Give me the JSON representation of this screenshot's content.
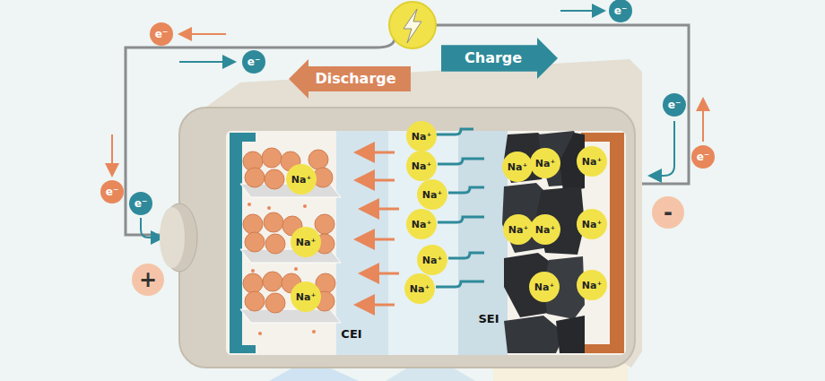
{
  "diagram": {
    "nodes": [
      {
        "text": [
          "Discharge"
        ]
      },
      {
        "text": [
          "Charge"
        ]
      },
      {
        "text": [
          "e⁻"
        ]
      },
      {
        "text": [
          "e⁻"
        ]
      },
      {
        "text": [
          "e⁻"
        ]
      },
      {
        "text": [
          "e⁻"
        ]
      },
      {
        "text": [
          "e⁻"
        ]
      },
      {
        "text": [
          "e⁻"
        ]
      },
      {
        "text": [
          "e⁻"
        ]
      },
      {
        "text": [
          "+"
        ]
      },
      {
        "text": [
          "-"
        ]
      },
      {
        "text": [
          "Na⁺"
        ]
      },
      {
        "text": [
          "Na⁺"
        ]
      },
      {
        "text": [
          "Na⁺"
        ]
      },
      {
        "text": [
          "Na⁺"
        ]
      },
      {
        "text": [
          "Na⁺"
        ]
      },
      {
        "text": [
          "Na⁺"
        ]
      },
      {
        "text": [
          "Na⁺"
        ]
      },
      {
        "text": [
          "Na⁺"
        ]
      },
      {
        "text": [
          "Na⁺"
        ]
      },
      {
        "text": [
          "Na⁺"
        ]
      },
      {
        "text": [
          "Na⁺"
        ]
      },
      {
        "text": [
          "Na⁺"
        ]
      },
      {
        "text": [
          "Na⁺"
        ]
      },
      {
        "text": [
          "Na⁺"
        ]
      },
      {
        "text": [
          "Na⁺"
        ]
      },
      {
        "text": [
          "Na⁺"
        ]
      },
      {
        "text": [
          "Na⁺"
        ]
      }
    ],
    "labels": [
      "CEI",
      "SEI"
    ]
  }
}
